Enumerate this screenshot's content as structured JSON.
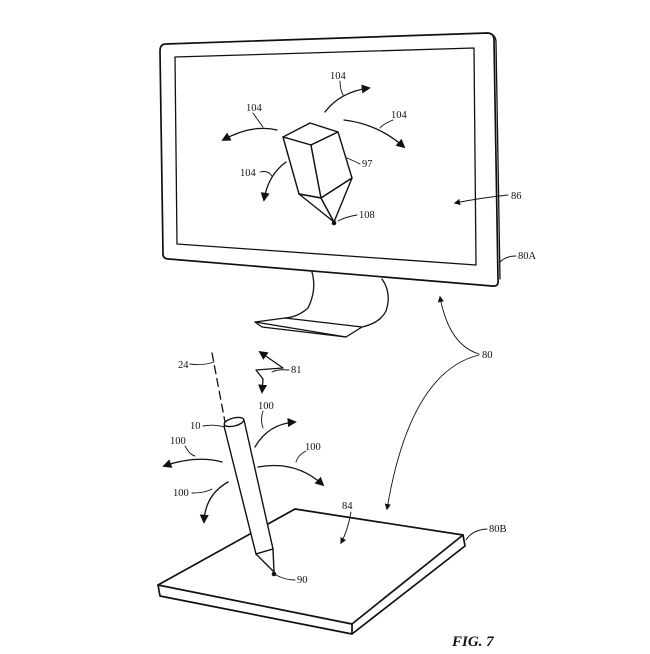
{
  "figure": {
    "caption": "FIG. 7"
  },
  "labels": {
    "display_system": "80",
    "monitor": "80A",
    "tablet": "80B",
    "display_screen": "86",
    "tablet_surface": "84",
    "virtual_object": "97",
    "object_tip": "108",
    "object_motion_top": "104",
    "object_motion_left": "104",
    "object_motion_right": "104",
    "object_motion_lower": "104",
    "stylus": "10",
    "stylus_tip": "90",
    "stylus_axis": "24",
    "wireless_link": "81",
    "stylus_motion_top": "100",
    "stylus_motion_left": "100",
    "stylus_motion_right": "100",
    "stylus_motion_lower": "100"
  },
  "colors": {
    "line": "#111111",
    "background": "#ffffff"
  }
}
